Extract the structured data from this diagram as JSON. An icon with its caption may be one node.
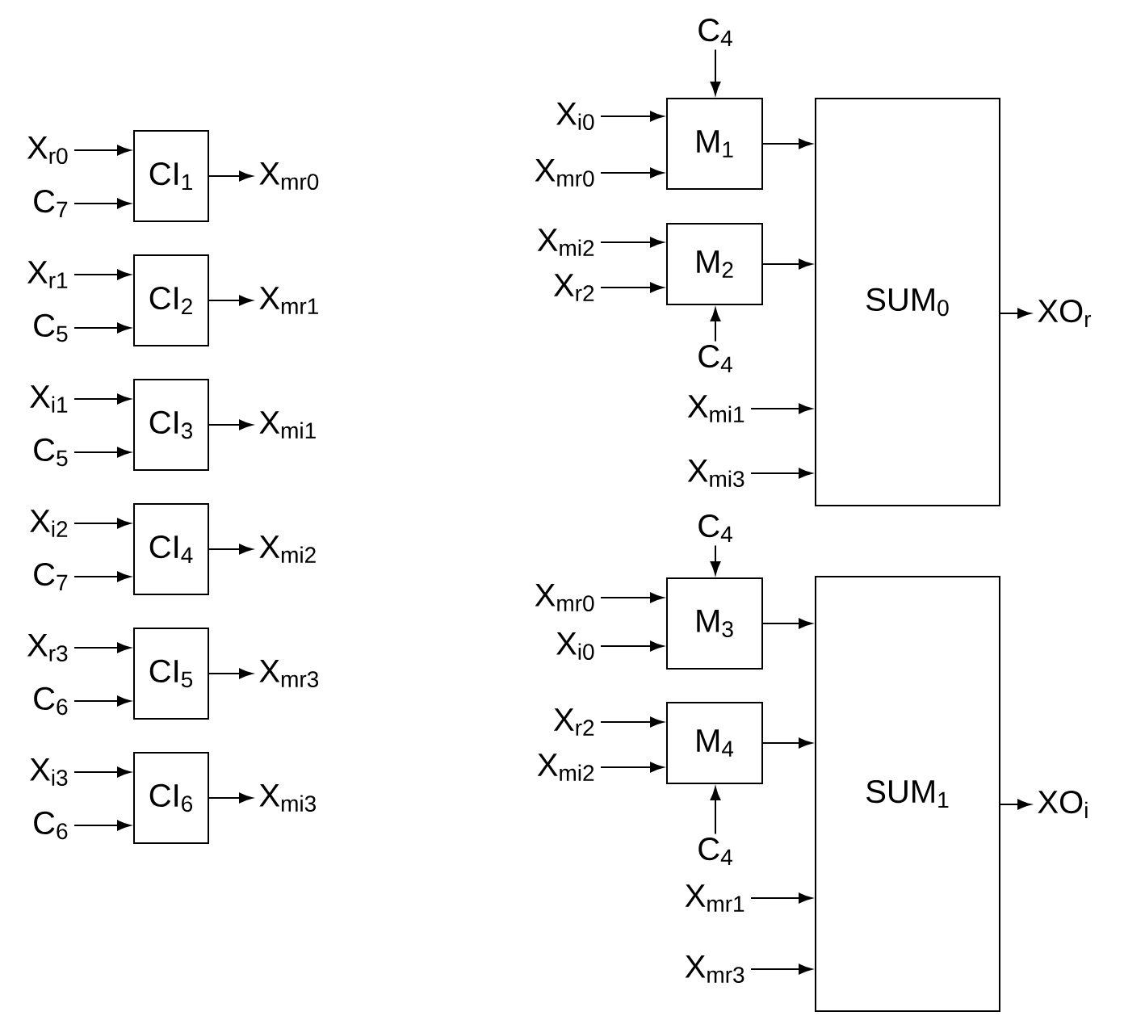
{
  "diagram": {
    "nodes": [
      {
        "text": [
          "X$_{r0}$"
        ]
      },
      {
        "text": [
          "C$_{7}$"
        ]
      },
      {
        "text": [
          "CI$_{1}$"
        ]
      },
      {
        "text": [
          "X$_{mr0}$"
        ]
      },
      {
        "text": [
          "X$_{r1}$"
        ]
      },
      {
        "text": [
          "C$_{5}$"
        ]
      },
      {
        "text": [
          "CI$_{2}$"
        ]
      },
      {
        "text": [
          "X$_{mr1}$"
        ]
      },
      {
        "text": [
          "X$_{i1}$"
        ]
      },
      {
        "text": [
          "C$_{5}$"
        ]
      },
      {
        "text": [
          "CI$_{3}$"
        ]
      },
      {
        "text": [
          "X$_{mi1}$"
        ]
      },
      {
        "text": [
          "X$_{i2}$"
        ]
      },
      {
        "text": [
          "C$_{7}$"
        ]
      },
      {
        "text": [
          "CI$_{4}$"
        ]
      },
      {
        "text": [
          "X$_{mi2}$"
        ]
      },
      {
        "text": [
          "X$_{r3}$"
        ]
      },
      {
        "text": [
          "C$_{6}$"
        ]
      },
      {
        "text": [
          "CI$_{5}$"
        ]
      },
      {
        "text": [
          "X$_{mr3}$"
        ]
      },
      {
        "text": [
          "X$_{i3}$"
        ]
      },
      {
        "text": [
          "C$_{6}$"
        ]
      },
      {
        "text": [
          "CI$_{6}$"
        ]
      },
      {
        "text": [
          "X$_{mi3}$"
        ]
      },
      {
        "text": [
          "C$_{4}$"
        ]
      },
      {
        "text": [
          "X$_{i0}$"
        ]
      },
      {
        "text": [
          "X$_{mr0}$"
        ]
      },
      {
        "text": [
          "M$_{1}$"
        ]
      },
      {
        "text": [
          "X$_{mi2}$"
        ]
      },
      {
        "text": [
          "X$_{r2}$"
        ]
      },
      {
        "text": [
          "M$_{2}$"
        ]
      },
      {
        "text": [
          "C$_{4}$"
        ]
      },
      {
        "text": [
          "X$_{mi1}$"
        ]
      },
      {
        "text": [
          "X$_{mi3}$"
        ]
      },
      {
        "text": [
          "SUM$_{0}$"
        ]
      },
      {
        "text": [
          "XO$_{r}$"
        ]
      },
      {
        "text": [
          "C$_{4}$"
        ]
      },
      {
        "text": [
          "X$_{mr0}$"
        ]
      },
      {
        "text": [
          "X$_{i0}$"
        ]
      },
      {
        "text": [
          "M$_{3}$"
        ]
      },
      {
        "text": [
          "X$_{r2}$"
        ]
      },
      {
        "text": [
          "X$_{mi2}$"
        ]
      },
      {
        "text": [
          "M$_{4}$"
        ]
      },
      {
        "text": [
          "C$_{4}$"
        ]
      },
      {
        "text": [
          "X$_{mr1}$"
        ]
      },
      {
        "text": [
          "X$_{mr3}$"
        ]
      },
      {
        "text": [
          "SUM$_{1}$"
        ]
      },
      {
        "text": [
          "XO$_{i}$"
        ]
      }
    ],
    "edges": [
      {
        "from": 0,
        "to": 2,
        "arrow": "to"
      },
      {
        "from": 1,
        "to": 2,
        "arrow": "to"
      },
      {
        "from": 2,
        "to": 3,
        "arrow": "to"
      },
      {
        "from": 4,
        "to": 6,
        "arrow": "to"
      },
      {
        "from": 5,
        "to": 6,
        "arrow": "to"
      },
      {
        "from": 6,
        "to": 7,
        "arrow": "to"
      },
      {
        "from": 8,
        "to": 10,
        "arrow": "to"
      },
      {
        "from": 9,
        "to": 10,
        "arrow": "to"
      },
      {
        "from": 10,
        "to": 11,
        "arrow": "to"
      },
      {
        "from": 12,
        "to": 14,
        "arrow": "to"
      },
      {
        "from": 13,
        "to": 14,
        "arrow": "to"
      },
      {
        "from": 14,
        "to": 15,
        "arrow": "to"
      },
      {
        "from": 16,
        "to": 18,
        "arrow": "to"
      },
      {
        "from": 17,
        "to": 18,
        "arrow": "to"
      },
      {
        "from": 18,
        "to": 19,
        "arrow": "to"
      },
      {
        "from": 20,
        "to": 22,
        "arrow": "to"
      },
      {
        "from": 21,
        "to": 22,
        "arrow": "to"
      },
      {
        "from": 22,
        "to": 23,
        "arrow": "to"
      },
      {
        "from": 24,
        "to": 27,
        "arrow": "to"
      },
      {
        "from": 25,
        "to": 27,
        "arrow": "to"
      },
      {
        "from": 26,
        "to": 27,
        "arrow": "to"
      },
      {
        "from": 28,
        "to": 30,
        "arrow": "to"
      },
      {
        "from": 29,
        "to": 30,
        "arrow": "to"
      },
      {
        "from": 31,
        "to": 30,
        "arrow": "to"
      },
      {
        "from": 27,
        "to": 34,
        "arrow": "to"
      },
      {
        "from": 30,
        "to": 34,
        "arrow": "to"
      },
      {
        "from": 32,
        "to": 34,
        "arrow": "to"
      },
      {
        "from": 33,
        "to": 34,
        "arrow": "to"
      },
      {
        "from": 34,
        "to": 35,
        "arrow": "to"
      },
      {
        "from": 36,
        "to": 39,
        "arrow": "to"
      },
      {
        "from": 37,
        "to": 39,
        "arrow": "to"
      },
      {
        "from": 38,
        "to": 39,
        "arrow": "to"
      },
      {
        "from": 40,
        "to": 42,
        "arrow": "to"
      },
      {
        "from": 41,
        "to": 42,
        "arrow": "to"
      },
      {
        "from": 43,
        "to": 42,
        "arrow": "to"
      },
      {
        "from": 39,
        "to": 46,
        "arrow": "to"
      },
      {
        "from": 42,
        "to": 46,
        "arrow": "to"
      },
      {
        "from": 44,
        "to": 46,
        "arrow": "to"
      },
      {
        "from": 45,
        "to": 46,
        "arrow": "to"
      },
      {
        "from": 46,
        "to": 47,
        "arrow": "to"
      }
    ]
  }
}
